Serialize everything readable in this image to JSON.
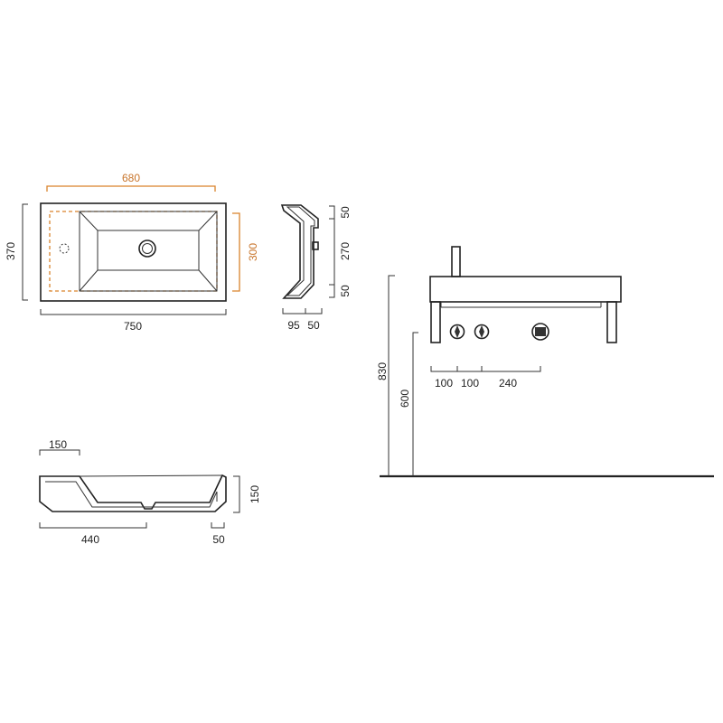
{
  "colors": {
    "line": "#333333",
    "accent": "#d9822b",
    "background": "#ffffff"
  },
  "top_view": {
    "overall_width": "750",
    "overall_depth": "370",
    "inner_width": "680",
    "inner_depth": "300"
  },
  "side_section": {
    "top_rim": "50",
    "middle": "270",
    "bottom_rim": "50",
    "base_depth": "95",
    "wall": "50"
  },
  "front_section": {
    "left_ledge": "150",
    "height": "150",
    "bowl_length": "440",
    "right_wall": "50"
  },
  "elevation": {
    "mount_height": "830",
    "tap_height": "600",
    "spacing_1": "100",
    "spacing_2": "100",
    "spacing_3": "240"
  },
  "icons": [
    "drain-icon",
    "tap-hole-icon",
    "hot-valve-icon",
    "cold-valve-icon",
    "waste-outlet-icon"
  ]
}
